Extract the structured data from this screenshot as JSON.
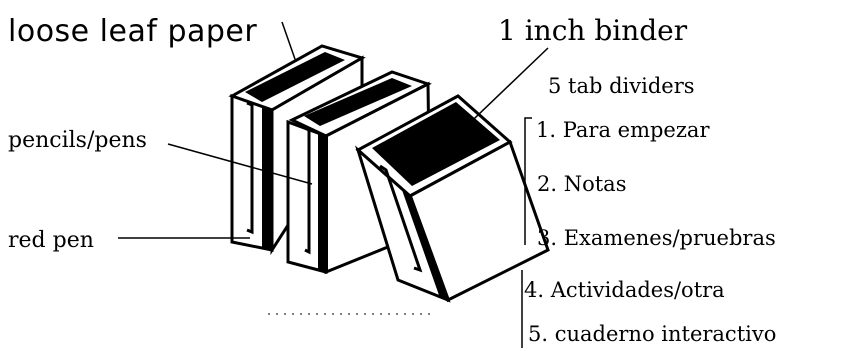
{
  "labels": {
    "paper": "loose leaf paper",
    "binder": "1 inch binder",
    "pencils": "pencils/pens",
    "red_pen": "red pen",
    "dividers_title": "5 tab dividers"
  },
  "dividers": [
    "1. Para empezar",
    "2. Notas",
    "3. Examenes/pruebras",
    "4. Actividades/otra",
    "5. cuaderno interactivo"
  ],
  "colors": {
    "ink": "#000000",
    "paper": "#ffffff"
  }
}
